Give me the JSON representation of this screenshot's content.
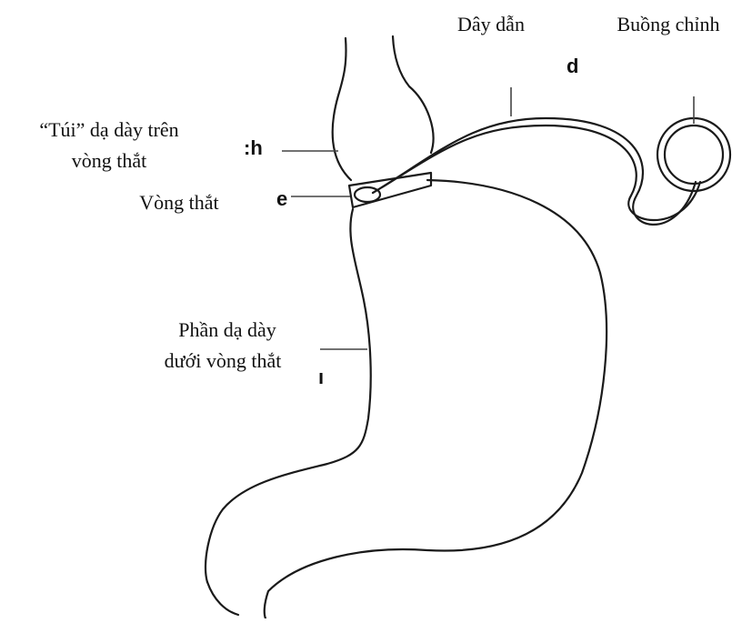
{
  "labels": {
    "tube": "Dây dẫn",
    "port": "Buồng chỉnh",
    "pouch_line1": "“Túi” dạ dày trên",
    "pouch_line2": "vòng thắt",
    "band": "Vòng thắt",
    "lower_line1": "Phần dạ dày",
    "lower_line2": "dưới vòng thắt"
  },
  "fragments": {
    "d": "d",
    "ch": ":h",
    "e": "e",
    "n": "ı"
  },
  "colors": {
    "line": "#1a1a1a",
    "text": "#111111"
  }
}
